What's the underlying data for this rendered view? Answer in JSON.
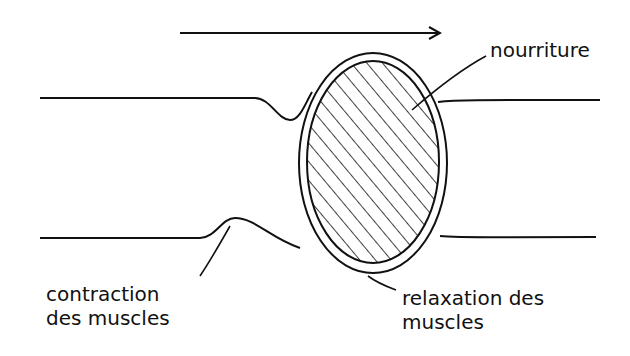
{
  "diagram": {
    "labels": [
      "nourriture",
      "contraction des muscles",
      "relaxation des muscles"
    ]
  }
}
